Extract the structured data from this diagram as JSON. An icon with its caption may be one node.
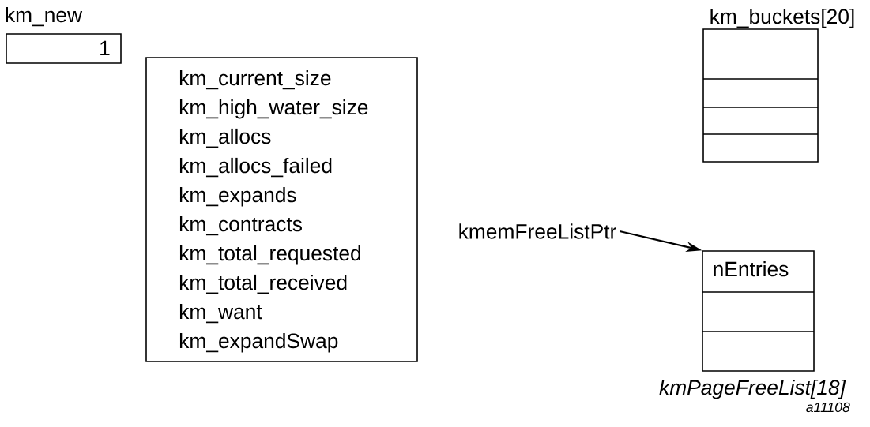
{
  "diagram": {
    "nodes": [
      {
        "text": [
          "km_new",
          "1"
        ]
      },
      {
        "text": [
          "km_current_size",
          "km_high_water_size",
          "km_allocs",
          "km_allocs_failed",
          "km_expands",
          "km_contracts",
          "km_total_requested",
          "km_total_received",
          "km_want",
          "km_expandSwap"
        ]
      },
      {
        "text": [
          "km_buckets[20]"
        ]
      },
      {
        "text": [
          "kmemFreeListPtr"
        ]
      },
      {
        "text": [
          "nEntries"
        ],
        "beside": [
          "kmPageFreeList[18]"
        ]
      }
    ],
    "edges": [
      {
        "from": 3,
        "to": 4,
        "arrow": "to"
      }
    ],
    "labels": [
      "a11108"
    ]
  }
}
